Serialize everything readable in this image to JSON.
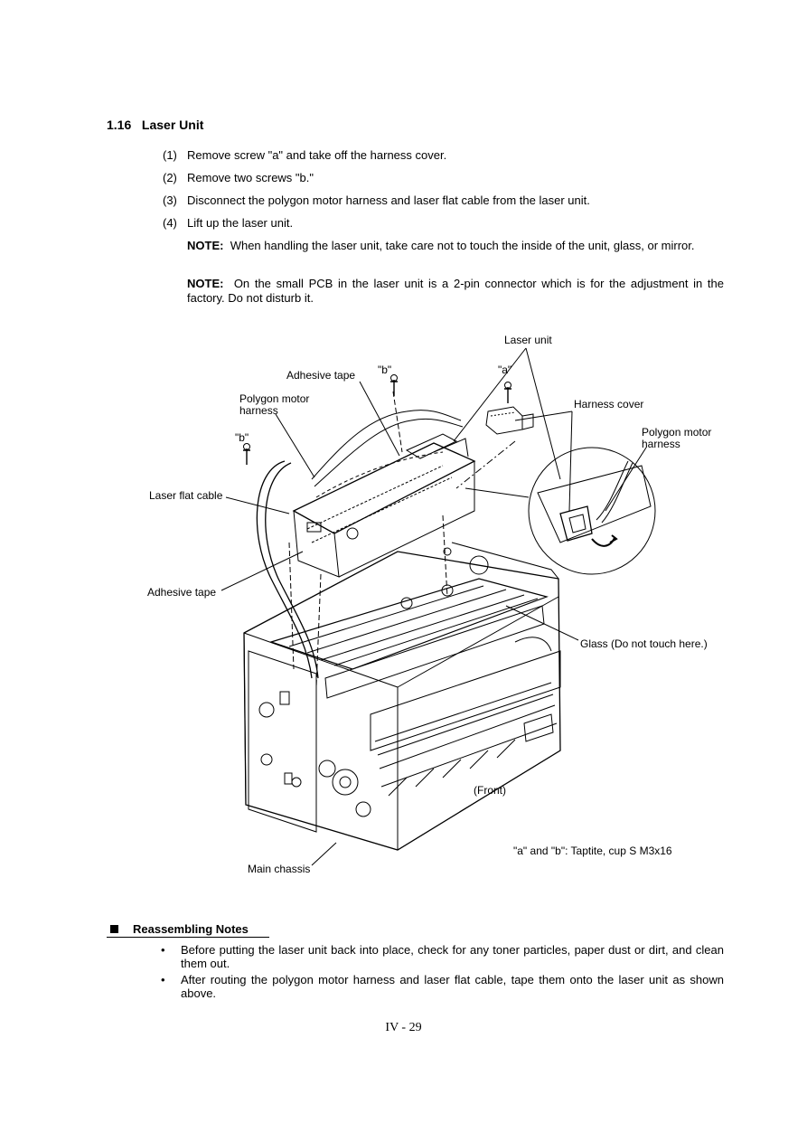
{
  "section": {
    "number": "1.16",
    "title": "Laser Unit"
  },
  "steps": [
    {
      "num": "(1)",
      "text": "Remove screw \"a\" and take off the harness cover."
    },
    {
      "num": "(2)",
      "text": "Remove two screws \"b.\""
    },
    {
      "num": "(3)",
      "text": "Disconnect the polygon motor harness and laser flat cable from the laser unit."
    },
    {
      "num": "(4)",
      "text": "Lift up the laser unit."
    }
  ],
  "notes": [
    {
      "label": "NOTE:",
      "text": "When handling the laser unit, take care not to touch the inside of the unit, glass, or mirror."
    },
    {
      "label": "NOTE:",
      "text": "On the small PCB in the laser unit is a 2-pin connector which is for the adjustment in the factory.  Do not disturb it."
    }
  ],
  "figure": {
    "labels": {
      "laser_unit": "Laser unit",
      "adhesive_tape_top": "Adhesive tape",
      "screw_b_top": "\"b\"",
      "screw_a": "\"a\"",
      "polygon_harness_left": "Polygon motor harness",
      "harness_cover": "Harness cover",
      "polygon_harness_right": "Polygon motor harness",
      "screw_b_left": "\"b\"",
      "laser_flat_cable": "Laser flat cable",
      "adhesive_tape_bottom": "Adhesive tape",
      "glass": "Glass (Do not touch here.)",
      "front": "(Front)",
      "screw_spec": "\"a\" and \"b\":  Taptite, cup S M3x16",
      "main_chassis": "Main chassis"
    }
  },
  "reassembling": {
    "title": "Reassembling Notes",
    "items": [
      "Before putting the laser unit back into place, check for any toner particles, paper dust or dirt, and clean them out.",
      "After routing the polygon motor harness and laser flat cable, tape them onto the laser unit as shown above."
    ]
  },
  "page_number": "IV - 29"
}
